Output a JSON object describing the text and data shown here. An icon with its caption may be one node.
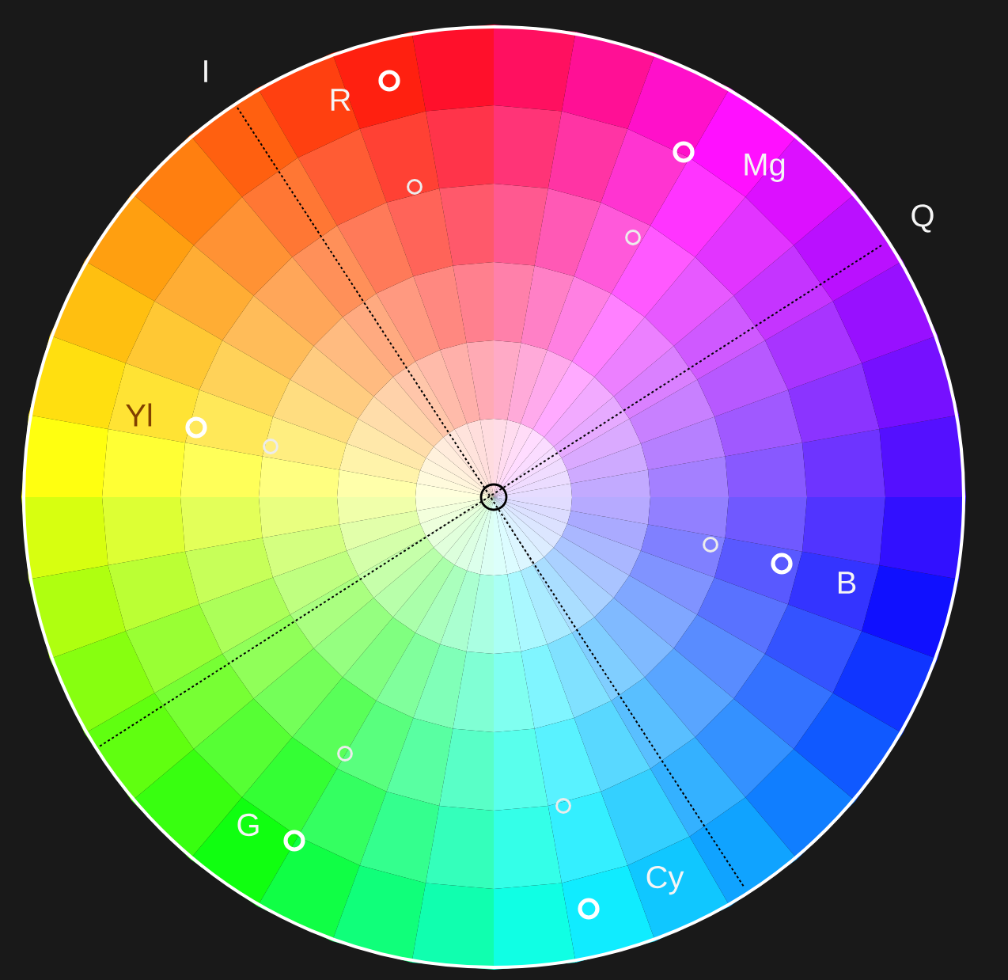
{
  "diagram": {
    "labels": [
      "I",
      "R",
      "Mg",
      "Q",
      "Yl",
      "B",
      "G",
      "Cy"
    ]
  }
}
